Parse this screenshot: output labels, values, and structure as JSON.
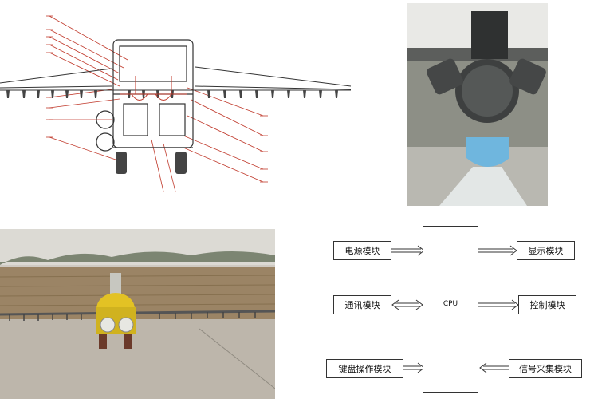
{
  "block_diagram": {
    "cpu_label": "CPU",
    "left_modules": [
      "电源模块",
      "通讯模块",
      "键盘操作模块"
    ],
    "right_modules": [
      "显示模块",
      "控制模块",
      "信号采集模块"
    ]
  },
  "colors": {
    "drawing_red": "#c0392b",
    "nozzle_blue": "#6fb6de",
    "tractor_yellow": "#e3c224",
    "soil_brown": "#9b8465"
  }
}
